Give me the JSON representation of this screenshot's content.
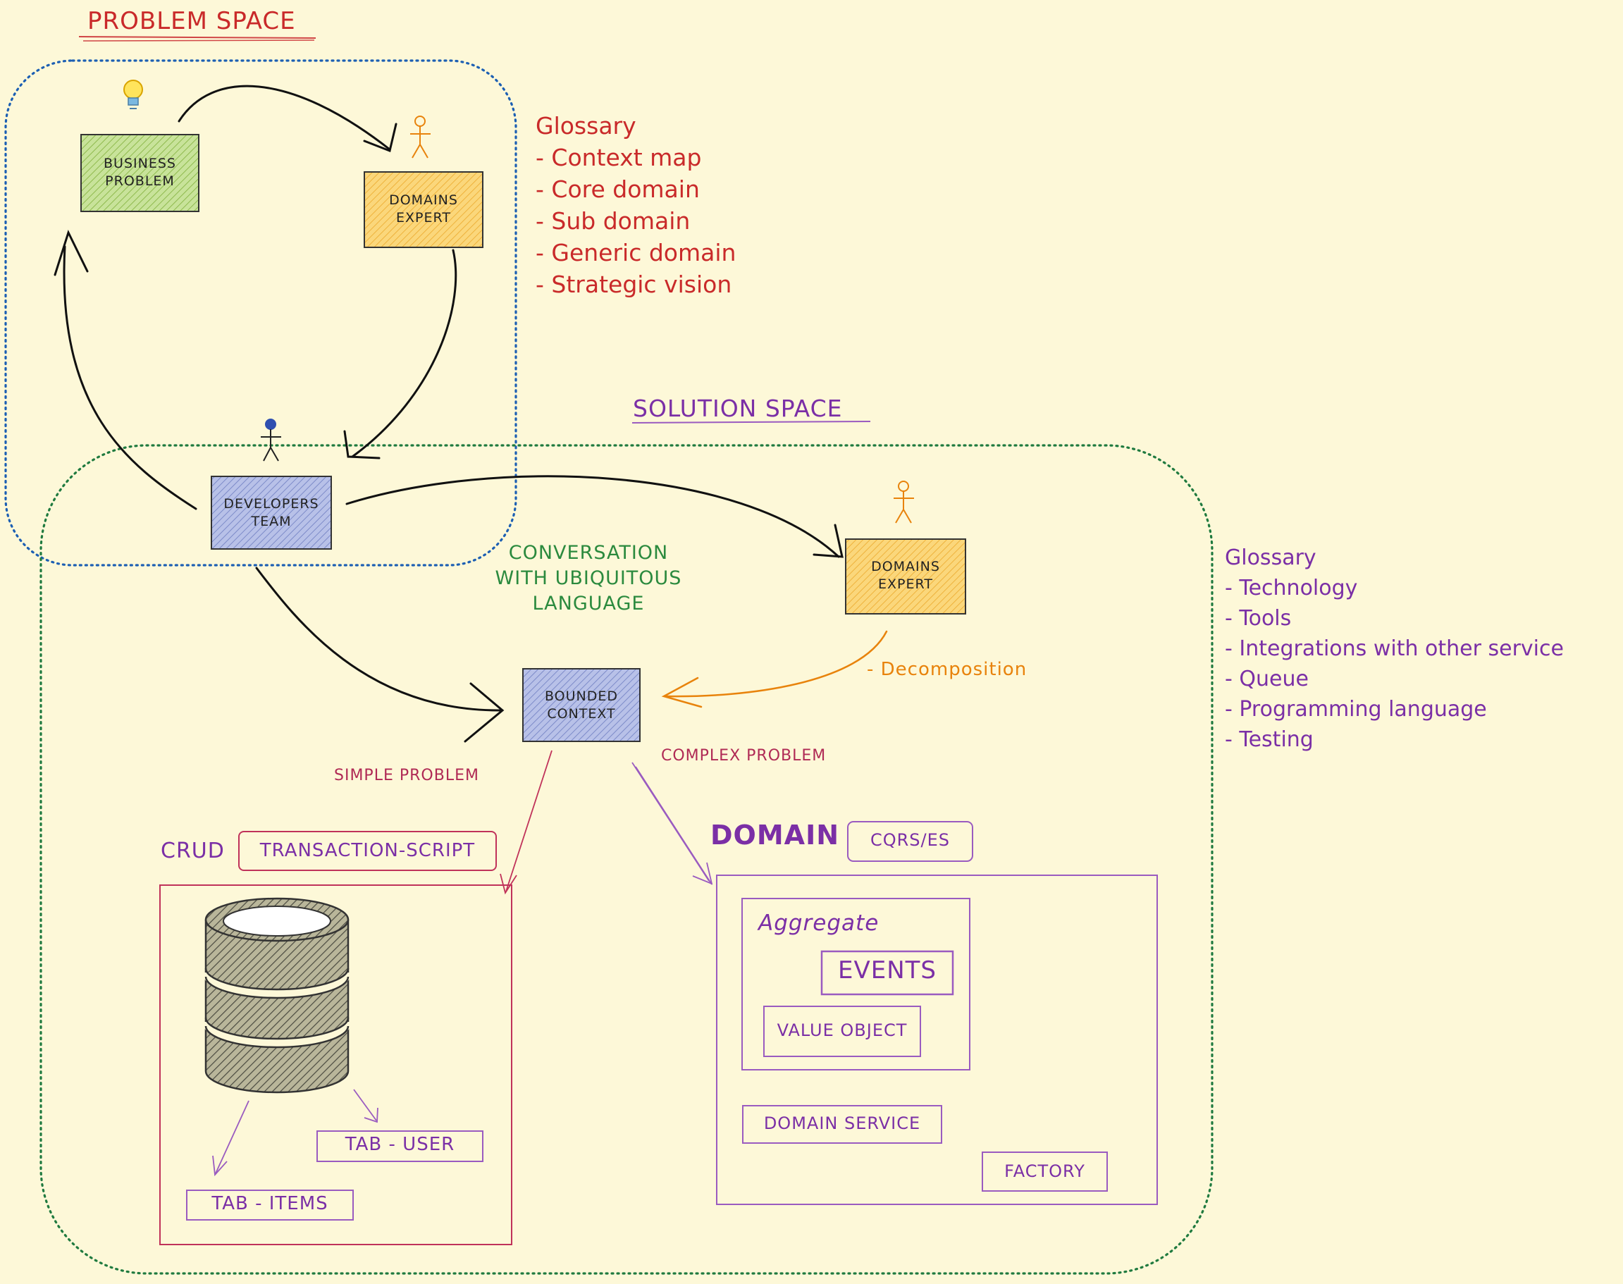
{
  "problem_space": {
    "title": "PROBLEM SPACE",
    "business_problem": [
      "BUSINESS",
      "PROBLEM"
    ],
    "domains_expert": [
      "DOMAINS",
      "EXPERT"
    ],
    "glossary": {
      "title": "Glossary",
      "items": [
        "- Context map",
        "- Core domain",
        "- Sub domain",
        "- Generic domain",
        "- Strategic vision"
      ]
    }
  },
  "solution_space": {
    "title": "SOLUTION SPACE",
    "developers_team": [
      "DEVELOPERS",
      "TEAM"
    ],
    "domains_expert": [
      "DOMAINS",
      "EXPERT"
    ],
    "conversation": [
      "CONVERSATION",
      "WITH UBIQUITOUS",
      "LANGUAGE"
    ],
    "decomposition": "- Decomposition",
    "bounded_context": [
      "BOUNDED",
      "CONTEXT"
    ],
    "simple_problem": "SIMPLE PROBLEM",
    "complex_problem": "COMPLEX PROBLEM",
    "glossary": {
      "title": "Glossary",
      "items": [
        "- Technology",
        "- Tools",
        "- Integrations with other service",
        "- Queue",
        "- Programming language",
        "- Testing"
      ]
    }
  },
  "crud": {
    "label": "CRUD",
    "pattern": "TRANSACTION-SCRIPT",
    "tab_user": "TAB - USER",
    "tab_items": "TAB - ITEMS"
  },
  "domain": {
    "label": "DOMAIN",
    "pattern": "CQRS/ES",
    "aggregate": "Aggregate",
    "events": "EVENTS",
    "value_object": "VALUE OBJECT",
    "domain_service": "DOMAIN SERVICE",
    "factory": "FACTORY"
  },
  "colors": {
    "background": "#fdf8d8",
    "problem_red": "#c92a2a",
    "solution_purple": "#7b2fa6",
    "blue_dotted": "#1c5fb3",
    "green_dotted": "#1f7a3f",
    "green_text": "#2b8a3e",
    "orange": "#e8830c",
    "business_fill": "#bedc8a",
    "expert_fill": "#f7c75a",
    "dev_fill": "#aab5e0",
    "crud_red": "#c0325a"
  }
}
